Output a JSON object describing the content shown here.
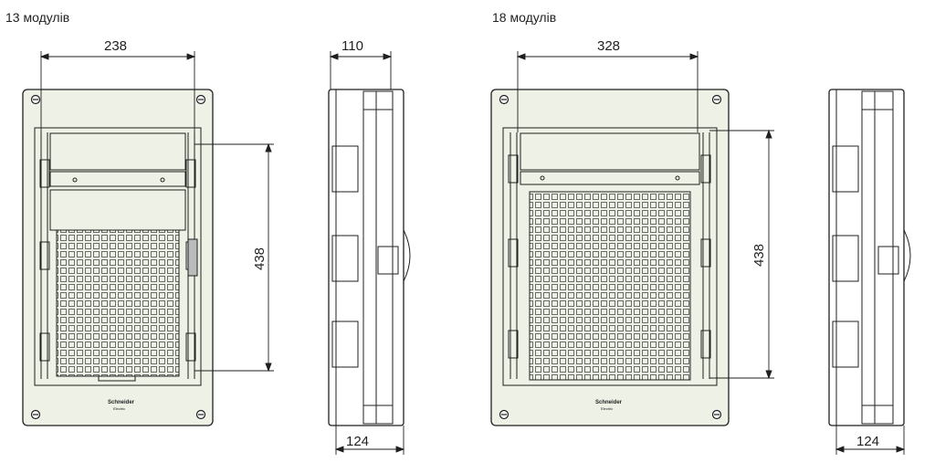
{
  "titles": [
    "13 модулів",
    "18 модулів"
  ],
  "dimensions": {
    "box13_width": "238",
    "box13_height": "438",
    "box13_depth_top": "110",
    "box13_depth_bottom": "124",
    "box18_width": "328",
    "box18_height": "438",
    "box18_depth_bottom": "124"
  },
  "brand": {
    "line1": "Schneider",
    "line2": "Electric"
  },
  "colors": {
    "panel": "#eef1e6",
    "line": "#1f1f1f"
  }
}
